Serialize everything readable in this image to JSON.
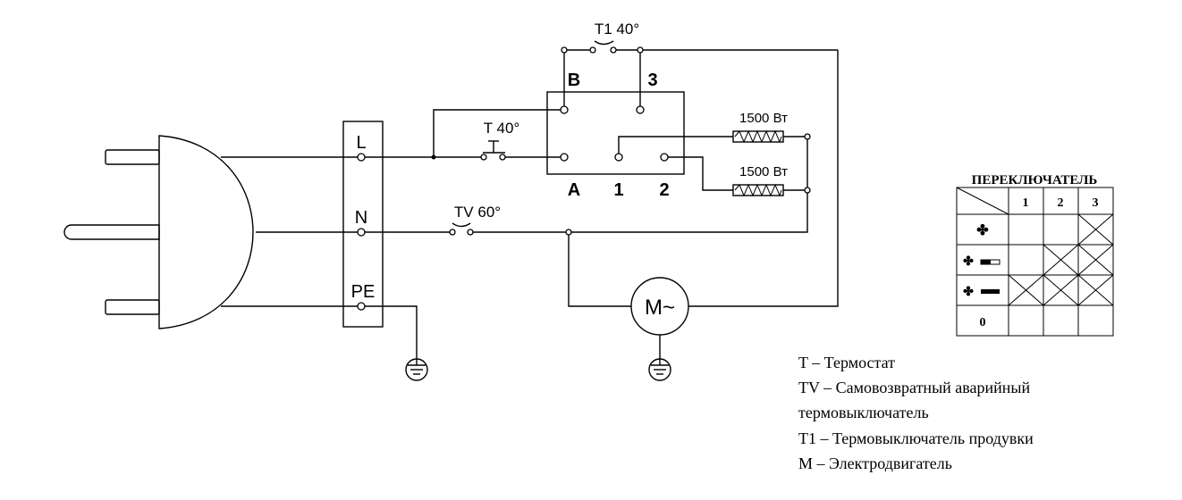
{
  "terminal_block": {
    "line": "L",
    "neutral": "N",
    "earth": "PE"
  },
  "thermostat": {
    "label": "T 40°"
  },
  "blow_thermoswitch": {
    "label": "T1 40°"
  },
  "safety_thermoswitch": {
    "label": "TV 60°"
  },
  "switch_terminals": {
    "b": "B",
    "three": "3",
    "a": "A",
    "one": "1",
    "two": "2"
  },
  "heaters": [
    {
      "label": "1500 Вт"
    },
    {
      "label": "1500 Вт"
    }
  ],
  "motor": {
    "label": "M~"
  },
  "switch_table": {
    "title": "ПЕРЕКЛЮЧАТЕЛЬ",
    "columns": [
      "1",
      "2",
      "3"
    ],
    "rows": [
      {
        "mode": "fan",
        "label": "",
        "crossed": [
          false,
          false,
          true
        ]
      },
      {
        "mode": "fan-low-heat",
        "label": "",
        "crossed": [
          false,
          true,
          true
        ]
      },
      {
        "mode": "fan-full-heat",
        "label": "",
        "crossed": [
          true,
          true,
          true
        ]
      },
      {
        "mode": "off",
        "label": "0",
        "crossed": [
          false,
          false,
          false
        ]
      }
    ]
  },
  "legend": [
    "T – Термостат",
    "TV – Самовозвратный аварийный",
    "термовыключатель",
    "T1 – Термовыключатель продувки",
    "M – Электродвигатель"
  ]
}
